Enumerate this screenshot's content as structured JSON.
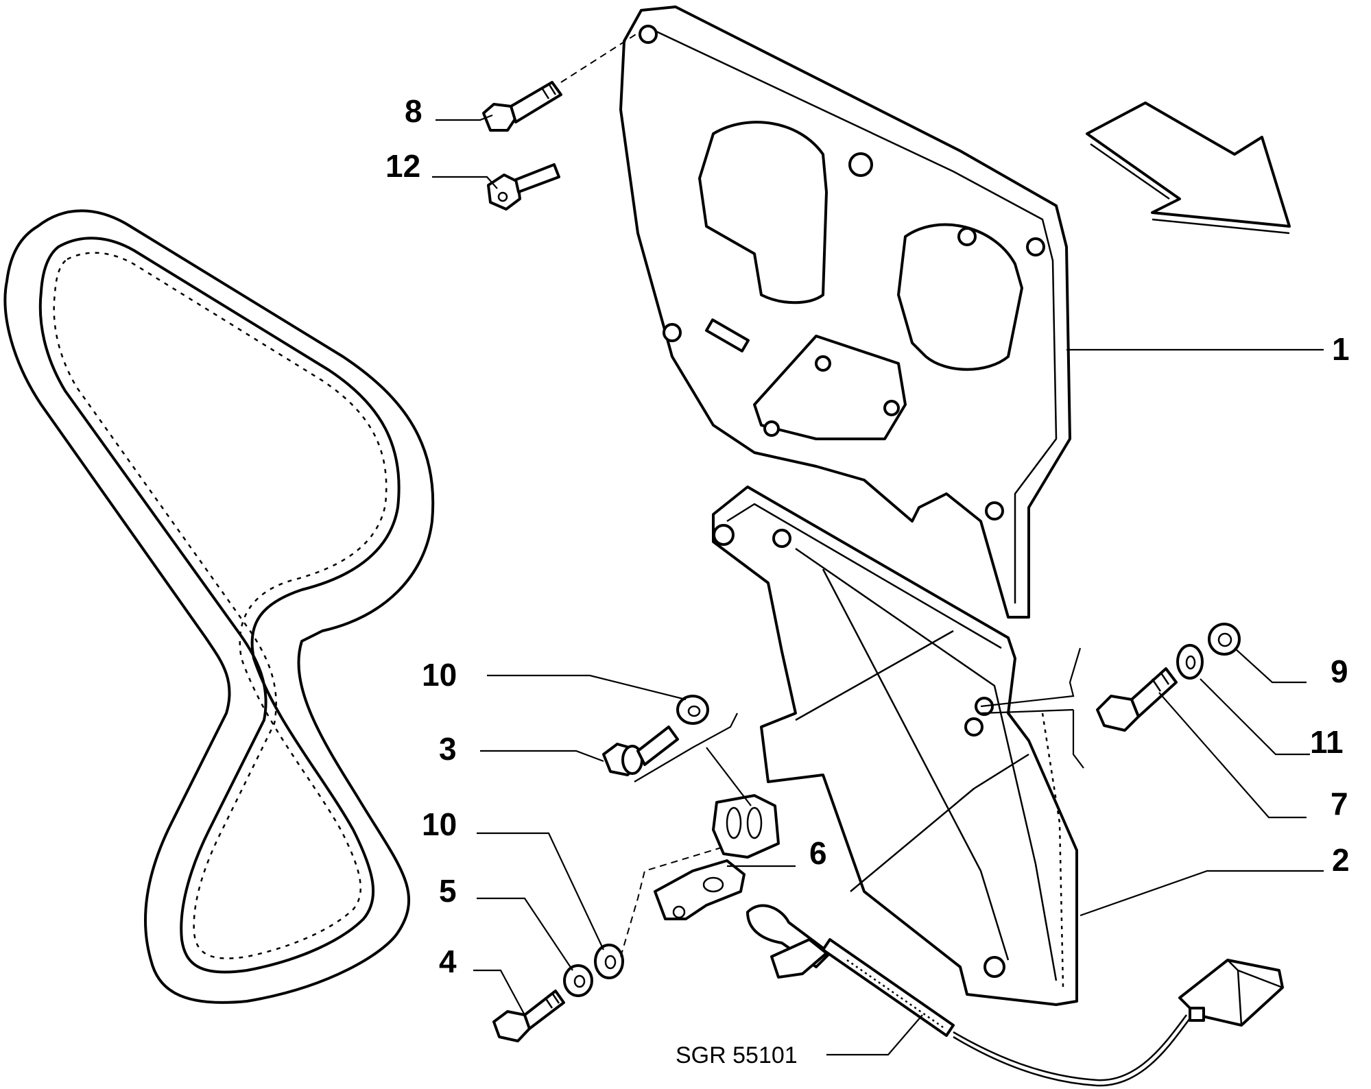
{
  "callouts": [
    {
      "id": "c1",
      "text": "1"
    },
    {
      "id": "c2",
      "text": "2"
    },
    {
      "id": "c3",
      "text": "3"
    },
    {
      "id": "c4",
      "text": "4"
    },
    {
      "id": "c5",
      "text": "5"
    },
    {
      "id": "c6",
      "text": "6"
    },
    {
      "id": "c7",
      "text": "7"
    },
    {
      "id": "c8",
      "text": "8"
    },
    {
      "id": "c9",
      "text": "9"
    },
    {
      "id": "c10a",
      "text": "10"
    },
    {
      "id": "c10b",
      "text": "10"
    },
    {
      "id": "c11",
      "text": "11"
    },
    {
      "id": "c12",
      "text": "12"
    }
  ],
  "reference": "SGR 55101"
}
